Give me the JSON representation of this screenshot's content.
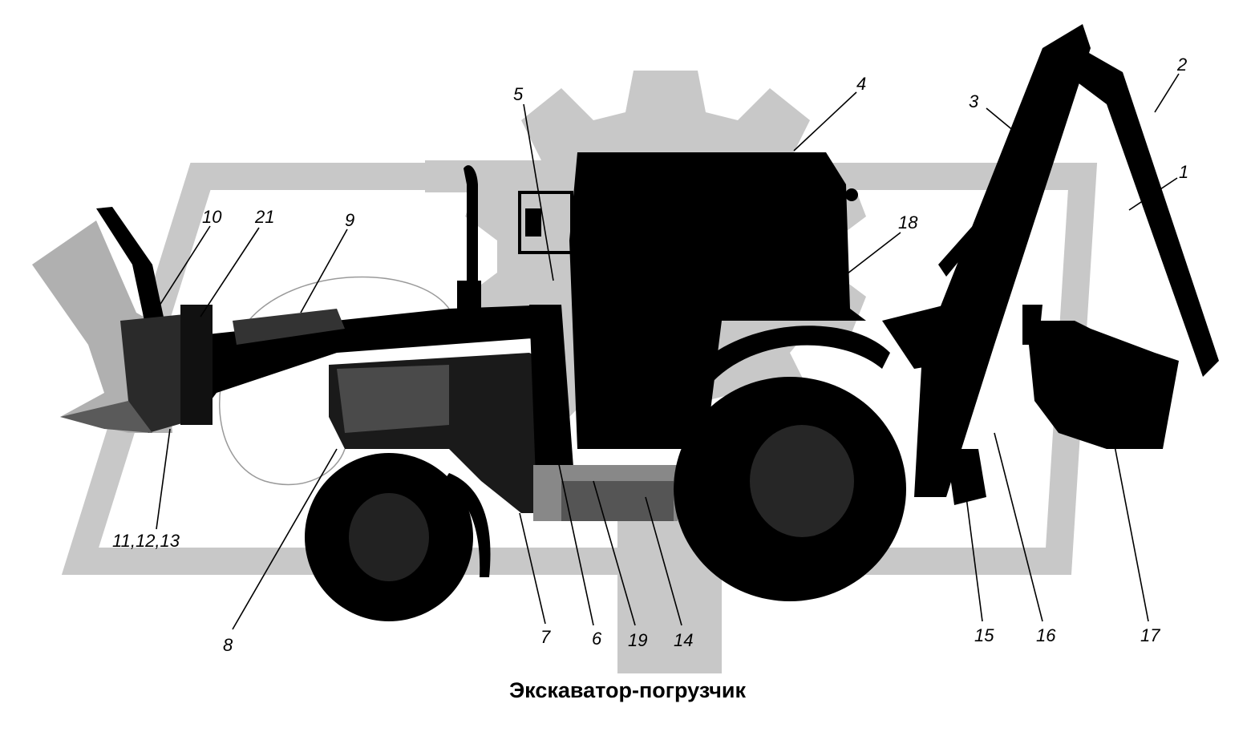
{
  "caption": "Экскаватор-погрузчик",
  "callouts": [
    "1",
    "2",
    "3",
    "4",
    "5",
    "6",
    "7",
    "8",
    "9",
    "10",
    "11,12,13",
    "14",
    "15",
    "16",
    "17",
    "18",
    "19",
    "21"
  ],
  "colors": {
    "watermark": "#c8c8c8",
    "ink": "#000000",
    "background": "#ffffff"
  }
}
